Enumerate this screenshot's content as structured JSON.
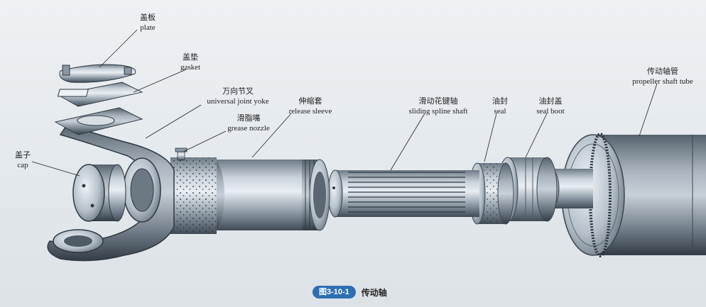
{
  "labels": {
    "plate": {
      "zh": "盖板",
      "en": "plate"
    },
    "gasket": {
      "zh": "盖垫",
      "en": "gasket"
    },
    "yoke": {
      "zh": "万向节叉",
      "en": "universal joint yoke"
    },
    "grease": {
      "zh": "滑脂嘴",
      "en": "grease nozzle"
    },
    "cap": {
      "zh": "盖子",
      "en": "cap"
    },
    "sleeve": {
      "zh": "伸缩套",
      "en": "release sleeve"
    },
    "spline": {
      "zh": "滑动花键轴",
      "en": "sliding spline shaft"
    },
    "seal": {
      "zh": "油封",
      "en": "seal"
    },
    "boot": {
      "zh": "油封盖",
      "en": "seal boot"
    },
    "tube": {
      "zh": "传动轴管",
      "en": "propeller shaft tube"
    }
  },
  "caption": {
    "figure": "图3-10-1",
    "title": "传动轴"
  },
  "colors": {
    "metal_light": "#c9d2da",
    "metal_mid": "#8a97a3",
    "metal_dark": "#4e5a66",
    "badge": "#2e6fb3"
  }
}
